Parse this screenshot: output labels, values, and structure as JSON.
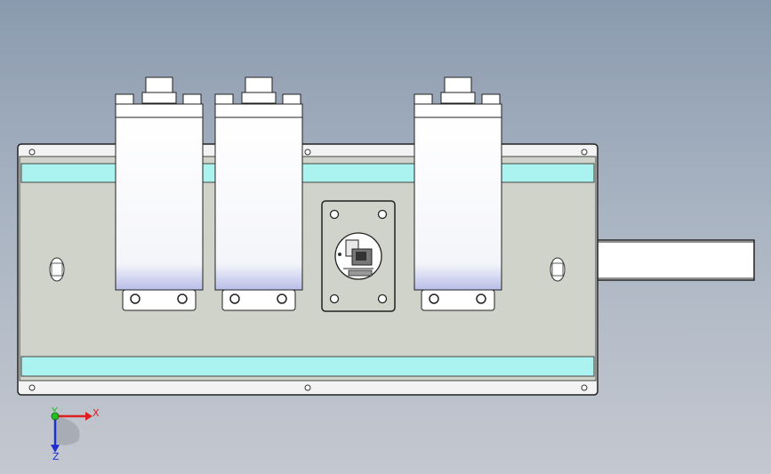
{
  "viewport": {
    "background_top": "#8a9aae",
    "background_bottom": "#c4c8d0"
  },
  "model": {
    "plate_color": "#cfd3c9",
    "rail_color": "#aaf3f1",
    "module_color": "#ffffff",
    "shaft_color": "#ffffff",
    "outline_color": "#222222",
    "modules": [
      {
        "name": "motor-module-1"
      },
      {
        "name": "motor-module-2"
      },
      {
        "name": "motor-module-3"
      }
    ],
    "center_sensor": {
      "name": "sensor-mount"
    }
  },
  "triad": {
    "x_label": "X",
    "y_label": "Y",
    "z_label": "Z",
    "x_color": "#e02020",
    "y_color": "#20c020",
    "z_color": "#2030d0"
  }
}
